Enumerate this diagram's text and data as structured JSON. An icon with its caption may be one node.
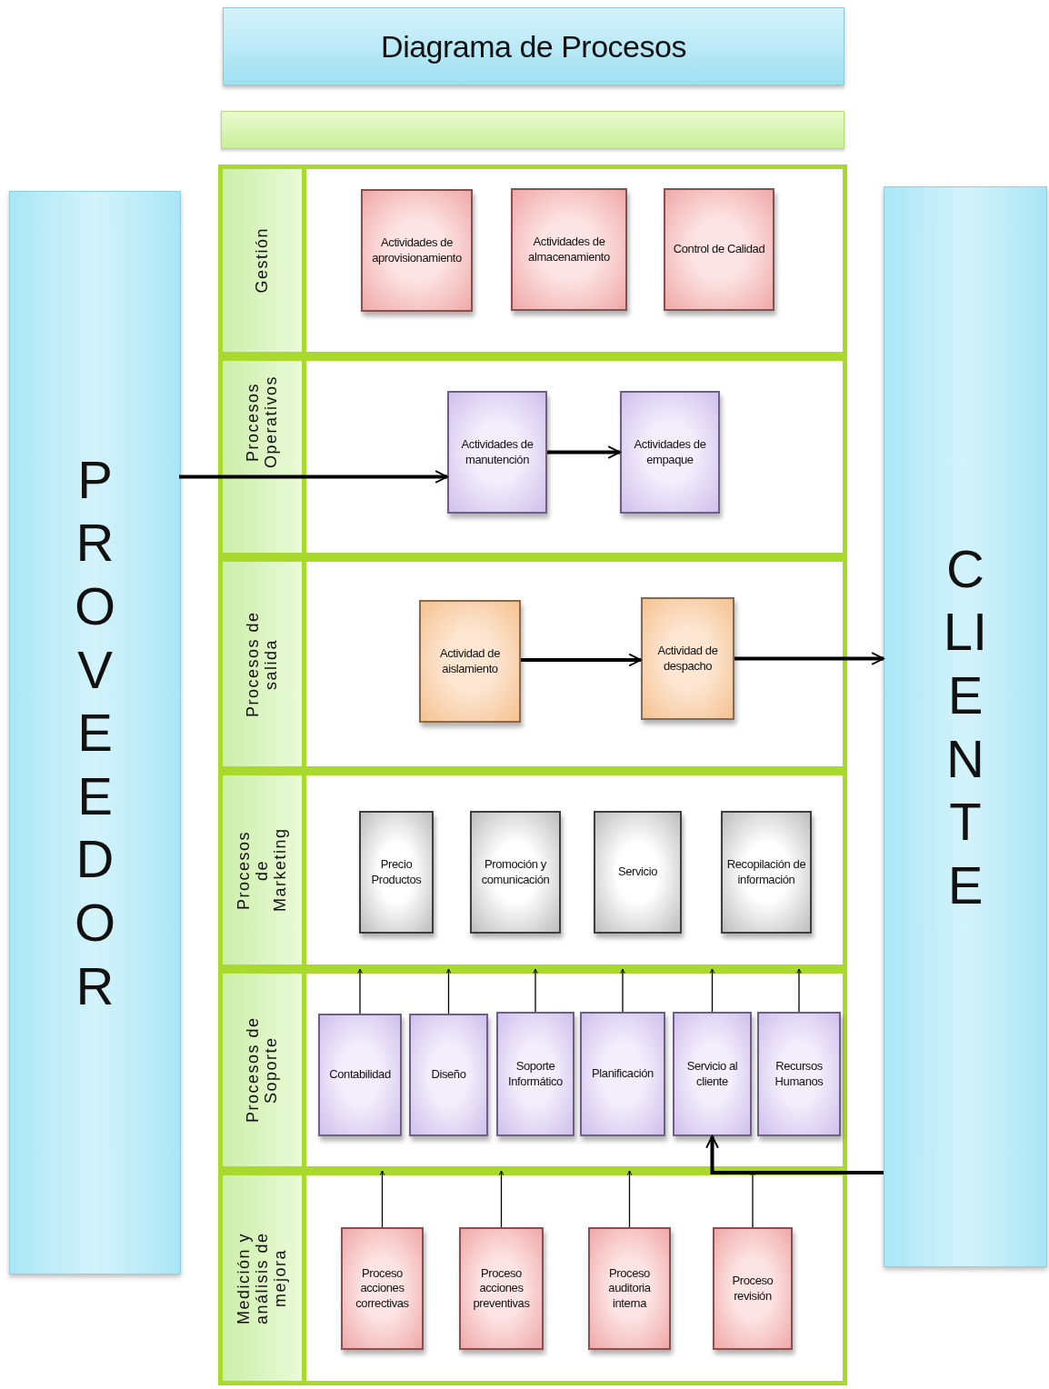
{
  "diagram": {
    "title": "Diagrama de Procesos",
    "nodes": [
      {
        "text": [
          "PROVEEDOR"
        ]
      },
      {
        "text": [
          "CLIENTE"
        ]
      },
      {
        "text": [
          "Gestión"
        ]
      },
      {
        "text": [
          "Actividades de aprovisionamiento"
        ],
        "in": 2
      },
      {
        "text": [
          "Actividades de almacenamiento"
        ],
        "in": 2
      },
      {
        "text": [
          "Control de Calidad"
        ],
        "in": 2
      },
      {
        "text": [
          "Procesos Operativos"
        ]
      },
      {
        "text": [
          "Actividades de manutención"
        ],
        "in": 6
      },
      {
        "text": [
          "Actividades de empaque"
        ],
        "in": 6
      },
      {
        "text": [
          "Procesos de salida"
        ]
      },
      {
        "text": [
          "Actividad de aislamiento"
        ],
        "in": 9
      },
      {
        "text": [
          "Actividad de despacho"
        ],
        "in": 9
      },
      {
        "text": [
          "Procesos de Marketing"
        ]
      },
      {
        "text": [
          "Precio Productos"
        ],
        "in": 12
      },
      {
        "text": [
          "Promoción y comunicación"
        ],
        "in": 12
      },
      {
        "text": [
          "Servicio"
        ],
        "in": 12
      },
      {
        "text": [
          "Recopilación de información"
        ],
        "in": 12
      },
      {
        "text": [
          "Procesos de Soporte"
        ]
      },
      {
        "text": [
          "Contabilidad"
        ],
        "in": 17
      },
      {
        "text": [
          "Diseño"
        ],
        "in": 17
      },
      {
        "text": [
          "Soporte Informático"
        ],
        "in": 17
      },
      {
        "text": [
          "Planificación"
        ],
        "in": 17
      },
      {
        "text": [
          "Servicio al cliente"
        ],
        "in": 17
      },
      {
        "text": [
          "Recursos Humanos"
        ],
        "in": 17
      },
      {
        "text": [
          "Medición y análisis de mejora"
        ]
      },
      {
        "text": [
          "Proceso acciones correctivas"
        ],
        "in": 24
      },
      {
        "text": [
          "Proceso acciones preventivas"
        ],
        "in": 24
      },
      {
        "text": [
          "Proceso auditoria interna"
        ],
        "in": 24
      },
      {
        "text": [
          "Proceso revisión"
        ],
        "in": 24
      }
    ],
    "edges": [
      {
        "from": 0,
        "to": 7,
        "arrow": "to",
        "style": "thick"
      },
      {
        "from": 7,
        "to": 8,
        "arrow": "to",
        "style": "thick"
      },
      {
        "from": 10,
        "to": 11,
        "arrow": "to",
        "style": "thick"
      },
      {
        "from": 11,
        "to": 1,
        "arrow": "to",
        "style": "thick"
      },
      {
        "from": 18,
        "to": 12,
        "arrow": "to"
      },
      {
        "from": 19,
        "to": 12,
        "arrow": "to"
      },
      {
        "from": 20,
        "to": 12,
        "arrow": "to"
      },
      {
        "from": 21,
        "to": 12,
        "arrow": "to"
      },
      {
        "from": 22,
        "to": 12,
        "arrow": "to"
      },
      {
        "from": 23,
        "to": 12,
        "arrow": "to"
      },
      {
        "from": 25,
        "to": 17,
        "arrow": "to"
      },
      {
        "from": 26,
        "to": 17,
        "arrow": "to"
      },
      {
        "from": 27,
        "to": 17,
        "arrow": "to"
      },
      {
        "from": 28,
        "to": 17,
        "arrow": "to"
      },
      {
        "from": 1,
        "to": 22,
        "arrow": "to",
        "style": "thick"
      }
    ]
  }
}
